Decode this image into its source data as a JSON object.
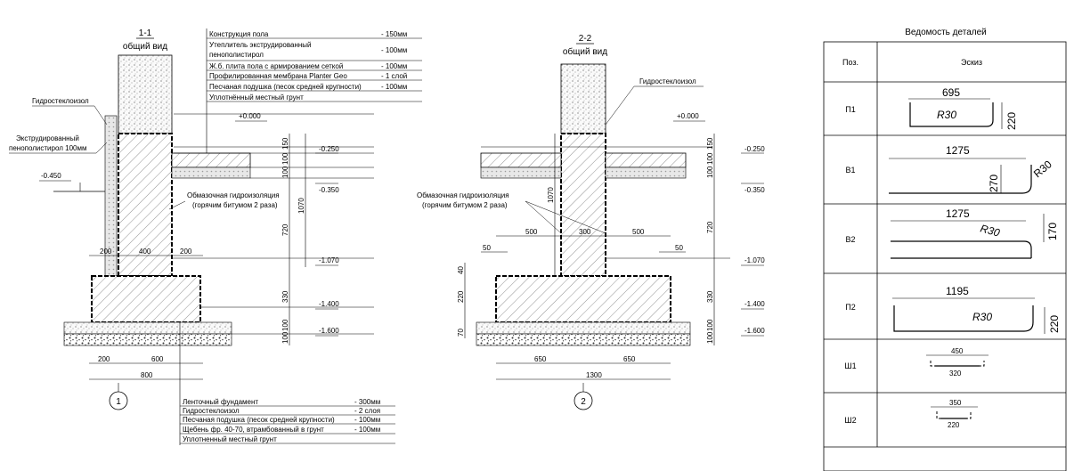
{
  "section1": {
    "title": "1-1",
    "subtitle": "общий вид",
    "floor_layers": [
      {
        "name": "Конструкция пола",
        "value": "- 150мм"
      },
      {
        "name": "Утеплитель экструдированный",
        "name2": "пенополистирол",
        "value": "- 100мм"
      },
      {
        "name": "Ж.б. плита пола с армированием сеткой",
        "value": "- 100мм"
      },
      {
        "name": "Профилированная мембрана Planter Geo",
        "value": "- 1 слой"
      },
      {
        "name": "Песчаная подушка (песок средней крупности)",
        "value": "- 100мм"
      },
      {
        "name": "Уплотнённый местный грунт",
        "value": ""
      }
    ],
    "label_hydro": "Гидростеклоизол",
    "label_xps_1": "Экструдированный",
    "label_xps_2": "пенополистирол 100мм",
    "label_coat_1": "Обмазочная гидроизоляция",
    "label_coat_2": "(горячим битумом 2 раза)",
    "levels": {
      "zero": "+0.000",
      "m0450": "-0.450",
      "m0250": "-0.250",
      "m0350": "-0.350",
      "m1070": "-1.070",
      "m1400": "-1.400",
      "m1600": "-1.600"
    },
    "dims": {
      "d150": "150",
      "d100a": "100",
      "d100b": "100",
      "d1070": "1070",
      "d720": "720",
      "d330": "330",
      "d100c": "100",
      "d100d": "100",
      "w200a": "200",
      "w400": "400",
      "w200b": "200",
      "b200": "200",
      "b600": "600",
      "b800": "800"
    },
    "axis": "1",
    "foundation_layers": [
      {
        "name": "Ленточный фундамент",
        "value": "- 300мм"
      },
      {
        "name": "Гидростеклоизол",
        "value": "- 2 слоя"
      },
      {
        "name": "Песчаная подушка (песок средней крупности)",
        "value": "- 100мм"
      },
      {
        "name": "Щебень фр. 40-70, втрамбованный в грунт",
        "value": "- 100мм"
      },
      {
        "name": "Уплотненный местный грунт",
        "value": ""
      }
    ]
  },
  "section2": {
    "title": "2-2",
    "subtitle": "общий вид",
    "label_hydro": "Гидростеклоизол",
    "label_coat_1": "Обмазочная гидроизоляция",
    "label_coat_2": "(горячим битумом 2 раза)",
    "levels": {
      "zero": "+0.000",
      "m0250": "-0.250",
      "m0350": "-0.350",
      "m1070": "-1.070",
      "m1400": "-1.400",
      "m1600": "-1.600"
    },
    "dims": {
      "w500a": "500",
      "w300": "300",
      "w500b": "500",
      "w50a": "50",
      "w50b": "50",
      "h40": "40",
      "h220": "220",
      "h70": "70",
      "d150": "150",
      "d100a": "100",
      "d100b": "100",
      "d1070": "1070",
      "d720": "720",
      "d330": "330",
      "d100c": "100",
      "d100d": "100",
      "b650a": "650",
      "b650b": "650",
      "b1300": "1300"
    },
    "axis": "2"
  },
  "schedule": {
    "title": "Ведомость деталей",
    "col_pos": "Поз.",
    "col_sketch": "Эскиз",
    "rows": [
      {
        "pos": "П1",
        "dims": [
          "695",
          "R30",
          "220"
        ]
      },
      {
        "pos": "В1",
        "dims": [
          "1275",
          "270",
          "R30"
        ]
      },
      {
        "pos": "В2",
        "dims": [
          "1275",
          "R30",
          "170"
        ]
      },
      {
        "pos": "П2",
        "dims": [
          "1195",
          "R30",
          "220"
        ]
      },
      {
        "pos": "Ш1",
        "dims": [
          "450",
          "320"
        ]
      },
      {
        "pos": "Ш2",
        "dims": [
          "350",
          "220"
        ]
      }
    ]
  }
}
